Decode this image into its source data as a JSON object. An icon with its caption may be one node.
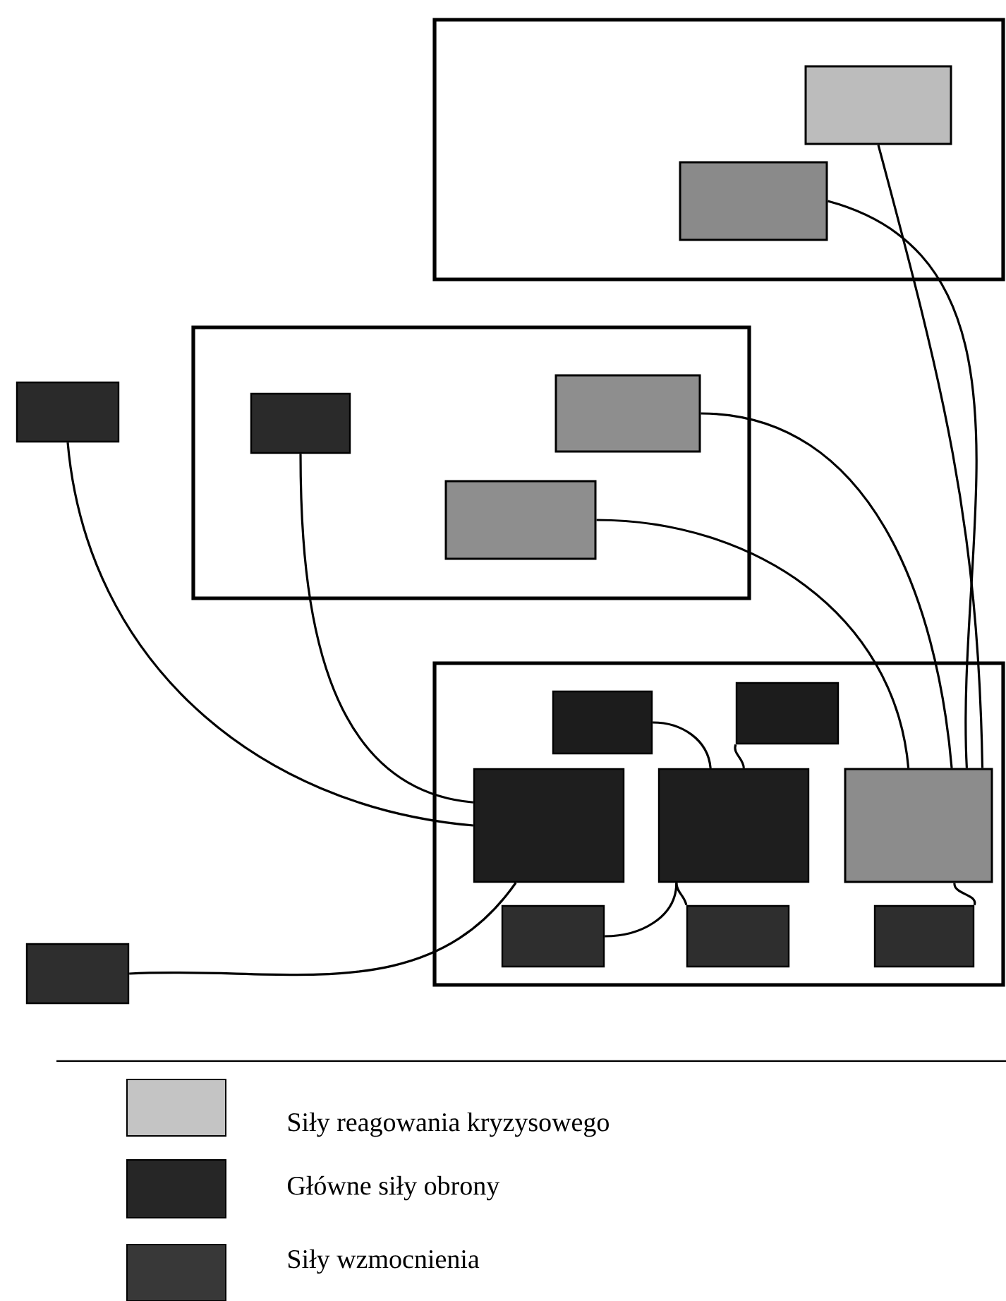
{
  "diagram": {
    "nodes": [
      {
        "text": [],
        "shape": "box"
      },
      {
        "text": [],
        "shape": "box",
        "in": 0
      },
      {
        "text": [],
        "shape": "box",
        "in": 0
      },
      {
        "text": [],
        "shape": "box"
      },
      {
        "text": [],
        "shape": "box"
      },
      {
        "text": [],
        "shape": "box",
        "in": 4
      },
      {
        "text": [],
        "shape": "box",
        "in": 4
      },
      {
        "text": [],
        "shape": "box",
        "in": 4
      },
      {
        "text": [],
        "shape": "box"
      },
      {
        "text": [],
        "shape": "box",
        "in": 8
      },
      {
        "text": [],
        "shape": "box",
        "in": 8
      },
      {
        "text": [],
        "shape": "box",
        "in": 8
      },
      {
        "text": [],
        "shape": "box",
        "in": 8
      },
      {
        "text": [],
        "shape": "box",
        "in": 8
      },
      {
        "text": [],
        "shape": "box",
        "in": 8
      },
      {
        "text": [],
        "shape": "box",
        "in": 8
      },
      {
        "text": [],
        "shape": "box",
        "in": 8
      },
      {
        "text": [],
        "shape": "box"
      }
    ],
    "edges": [
      {
        "from": 3,
        "to": 11,
        "arrow": "none"
      },
      {
        "from": 5,
        "to": 11,
        "arrow": "none"
      },
      {
        "from": 17,
        "to": 11,
        "arrow": "none"
      },
      {
        "from": 7,
        "to": 13,
        "arrow": "none"
      },
      {
        "from": 6,
        "to": 13,
        "arrow": "none"
      },
      {
        "from": 2,
        "to": 13,
        "arrow": "none"
      },
      {
        "from": 1,
        "to": 13,
        "arrow": "none"
      },
      {
        "from": 9,
        "to": 12,
        "arrow": "none"
      },
      {
        "from": 10,
        "to": 12,
        "arrow": "none"
      },
      {
        "from": 12,
        "to": 14,
        "arrow": "none"
      },
      {
        "from": 12,
        "to": 15,
        "arrow": "none"
      },
      {
        "from": 13,
        "to": 16,
        "arrow": "none"
      }
    ],
    "legend": [
      {
        "text": "Siły reagowania kryzysowego",
        "color": "#c4c4c4"
      },
      {
        "text": "Główne siły obrony",
        "color": "#262626"
      },
      {
        "text": "Siły wzmocnienia",
        "color": "#383838"
      }
    ]
  }
}
